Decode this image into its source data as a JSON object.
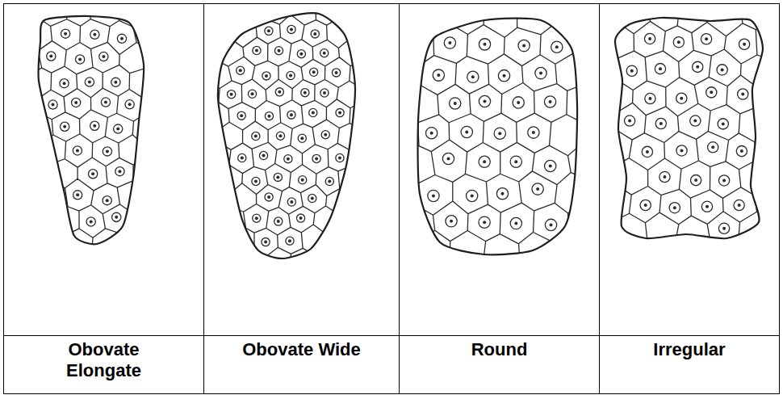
{
  "diagram": {
    "labels": [
      "Obovate Elongate",
      "Obovate Wide",
      "Round",
      "Irregular"
    ]
  }
}
